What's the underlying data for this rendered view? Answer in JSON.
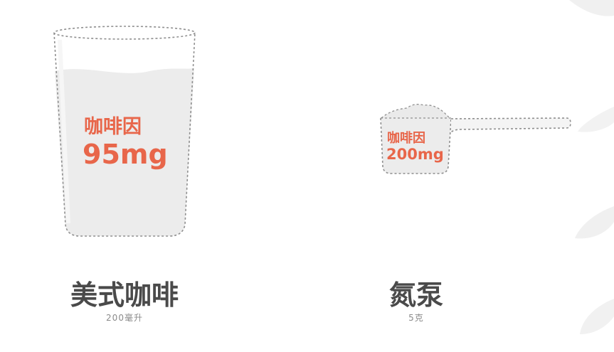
{
  "colors": {
    "accent": "#e8664a",
    "title_text": "#4a4a4a",
    "subtitle_text": "#8a8a8a",
    "liquid_fill": "#ececec",
    "outline": "#8f8f8f",
    "background_shapes": "#efefef"
  },
  "items": [
    {
      "caffeine_label": "咖啡因",
      "caffeine_value": "95mg",
      "name": "美式咖啡",
      "amount": "200毫升"
    },
    {
      "caffeine_label": "咖啡因",
      "caffeine_value": "200mg",
      "name": "氮泵",
      "amount": "5克"
    }
  ]
}
